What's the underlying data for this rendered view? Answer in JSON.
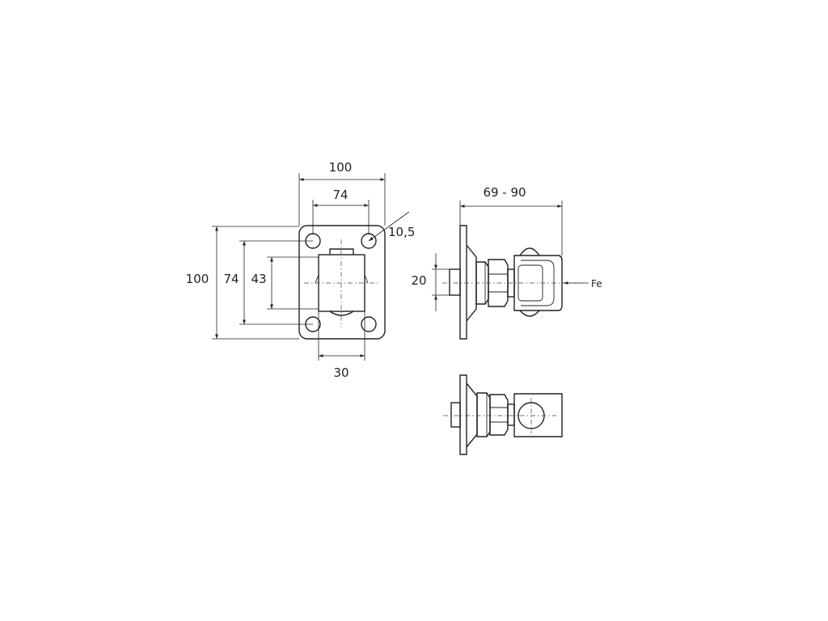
{
  "drawing": {
    "front_view": {
      "width_outer": "100",
      "width_holes": "74",
      "height_outer": "100",
      "height_holes": "74",
      "height_block": "43",
      "width_block": "30",
      "hole_diameter": "10,5"
    },
    "side_view": {
      "length_range": "69 - 90",
      "bolt_diameter": "20",
      "material": "Fe"
    }
  }
}
